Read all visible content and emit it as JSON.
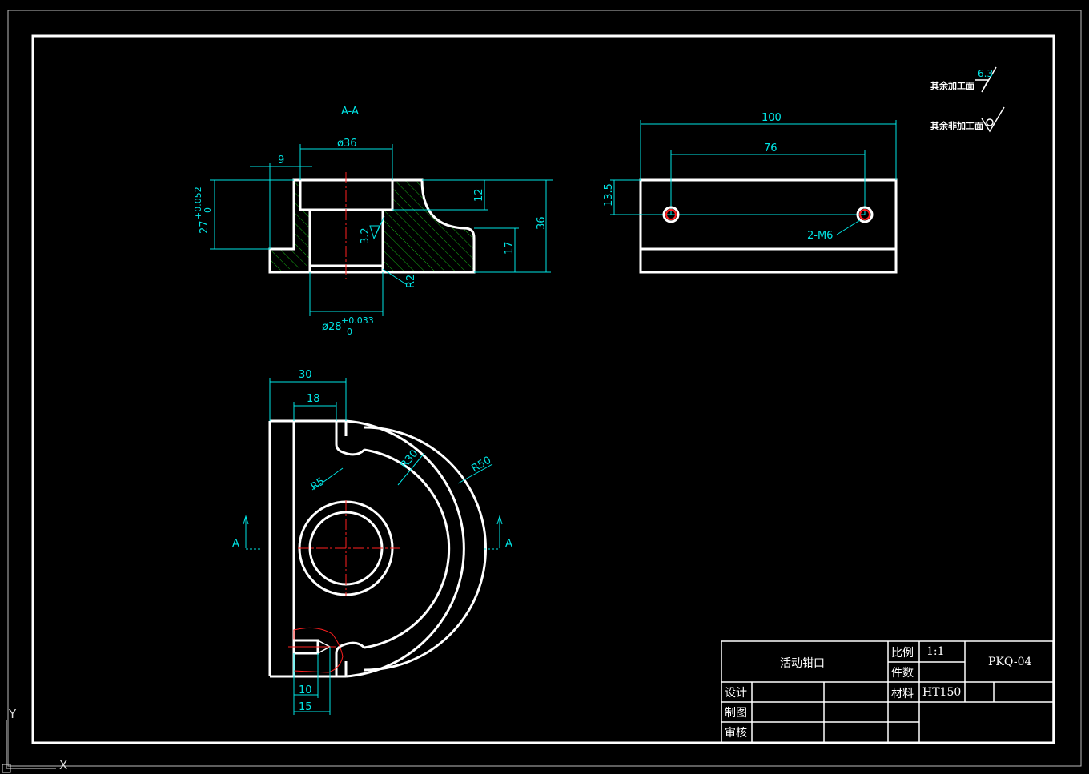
{
  "section_label": "A-A",
  "dims_section": {
    "dia36": "ø36",
    "nine": "9",
    "d27_base": "27",
    "d27_upper": "+0.052",
    "d27_lower": "0",
    "d12": "12",
    "d36": "36",
    "d17": "17",
    "surf32": "3.2",
    "r2": "R2",
    "dia28_base": "ø28",
    "dia28_upper": "+0.033",
    "dia28_lower": "0"
  },
  "dims_top": {
    "d100": "100",
    "d76": "76",
    "d135": "13.5",
    "hole": "2-M6"
  },
  "dims_plan": {
    "d30": "30",
    "d18": "18",
    "r5": "R5",
    "r30": "R30",
    "r50": "R50",
    "cut_a_left": "A",
    "cut_a_right": "A",
    "d10": "10",
    "d15": "15"
  },
  "notes": {
    "rest_machined": "其余加工面",
    "rest_machined_val": "6.3",
    "rest_unmachined": "其余非加工面"
  },
  "title_block": {
    "part_name": "活动钳口",
    "scale_label": "比例",
    "scale_value": "1:1",
    "qty_label": "件数",
    "material_label": "材料",
    "material_value": "HT150",
    "drawing_no": "PKQ-04",
    "design": "设计",
    "draw": "制图",
    "review": "审核"
  },
  "ucs": {
    "y": "Y",
    "x": "X"
  }
}
